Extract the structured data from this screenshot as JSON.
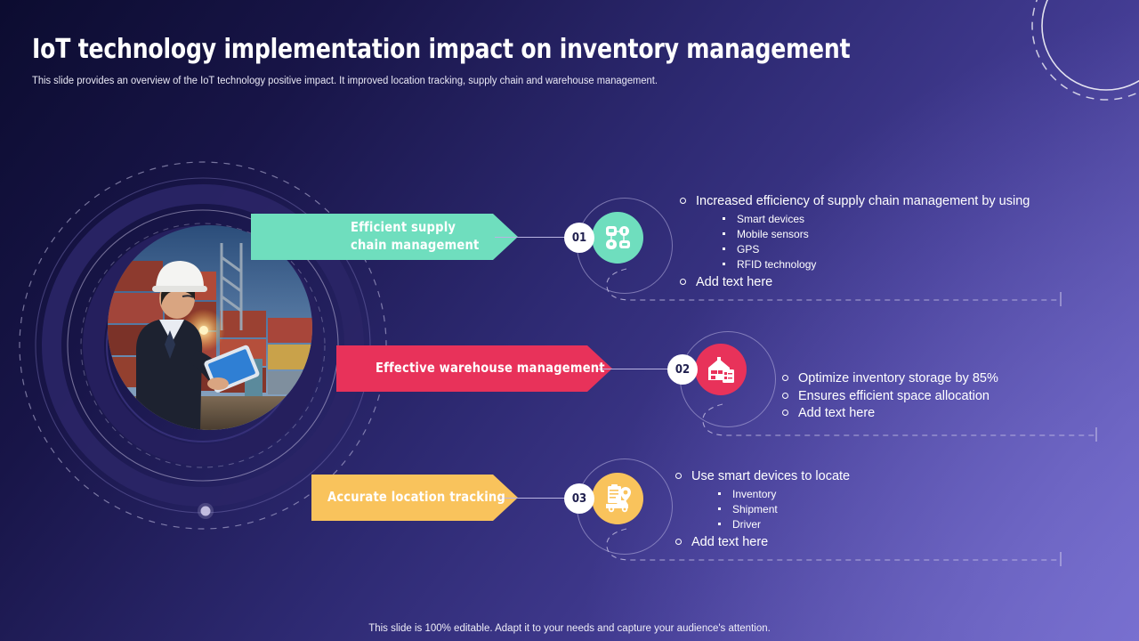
{
  "header": {
    "title": "IoT technology implementation impact on inventory management",
    "subtitle": "This slide provides an overview of the IoT technology positive impact. It improved location tracking, supply chain and warehouse management."
  },
  "colors": {
    "mint": "#6FDEBE",
    "crimson": "#E8325A",
    "amber": "#F9C35C",
    "bg_dark": "#0c0c30",
    "bg_light": "#6b62bc",
    "ring_dark": "#231f5e",
    "line": "#b9b4e2"
  },
  "sections": [
    {
      "number": "01",
      "label": "Efficient supply\nchain management",
      "color": "#6FDEBE",
      "icon": "iot-network-icon",
      "bullets": [
        {
          "text": "Increased efficiency of supply chain management by using",
          "sub": [
            "Smart devices",
            "Mobile sensors",
            "GPS",
            "RFID technology"
          ]
        },
        {
          "text": "Add text here",
          "sub": []
        }
      ]
    },
    {
      "number": "02",
      "label": "Effective warehouse management",
      "color": "#E8325A",
      "icon": "warehouse-checklist-icon",
      "bullets": [
        {
          "text": "Optimize inventory storage by 85%",
          "sub": []
        },
        {
          "text": "Ensures efficient space allocation",
          "sub": []
        },
        {
          "text": "Add text here",
          "sub": []
        }
      ]
    },
    {
      "number": "03",
      "label": "Accurate location tracking",
      "color": "#F9C35C",
      "icon": "delivery-tracking-icon",
      "bullets": [
        {
          "text": "Use smart devices to locate",
          "sub": [
            "Inventory",
            "Shipment",
            "Driver"
          ]
        },
        {
          "text": "Add text here",
          "sub": []
        }
      ]
    }
  ],
  "photo": {
    "alt": "engineer-with-tablet-at-shipping-containers"
  },
  "footer": {
    "note": "This slide is 100% editable. Adapt it to your needs and capture your audience's attention."
  }
}
